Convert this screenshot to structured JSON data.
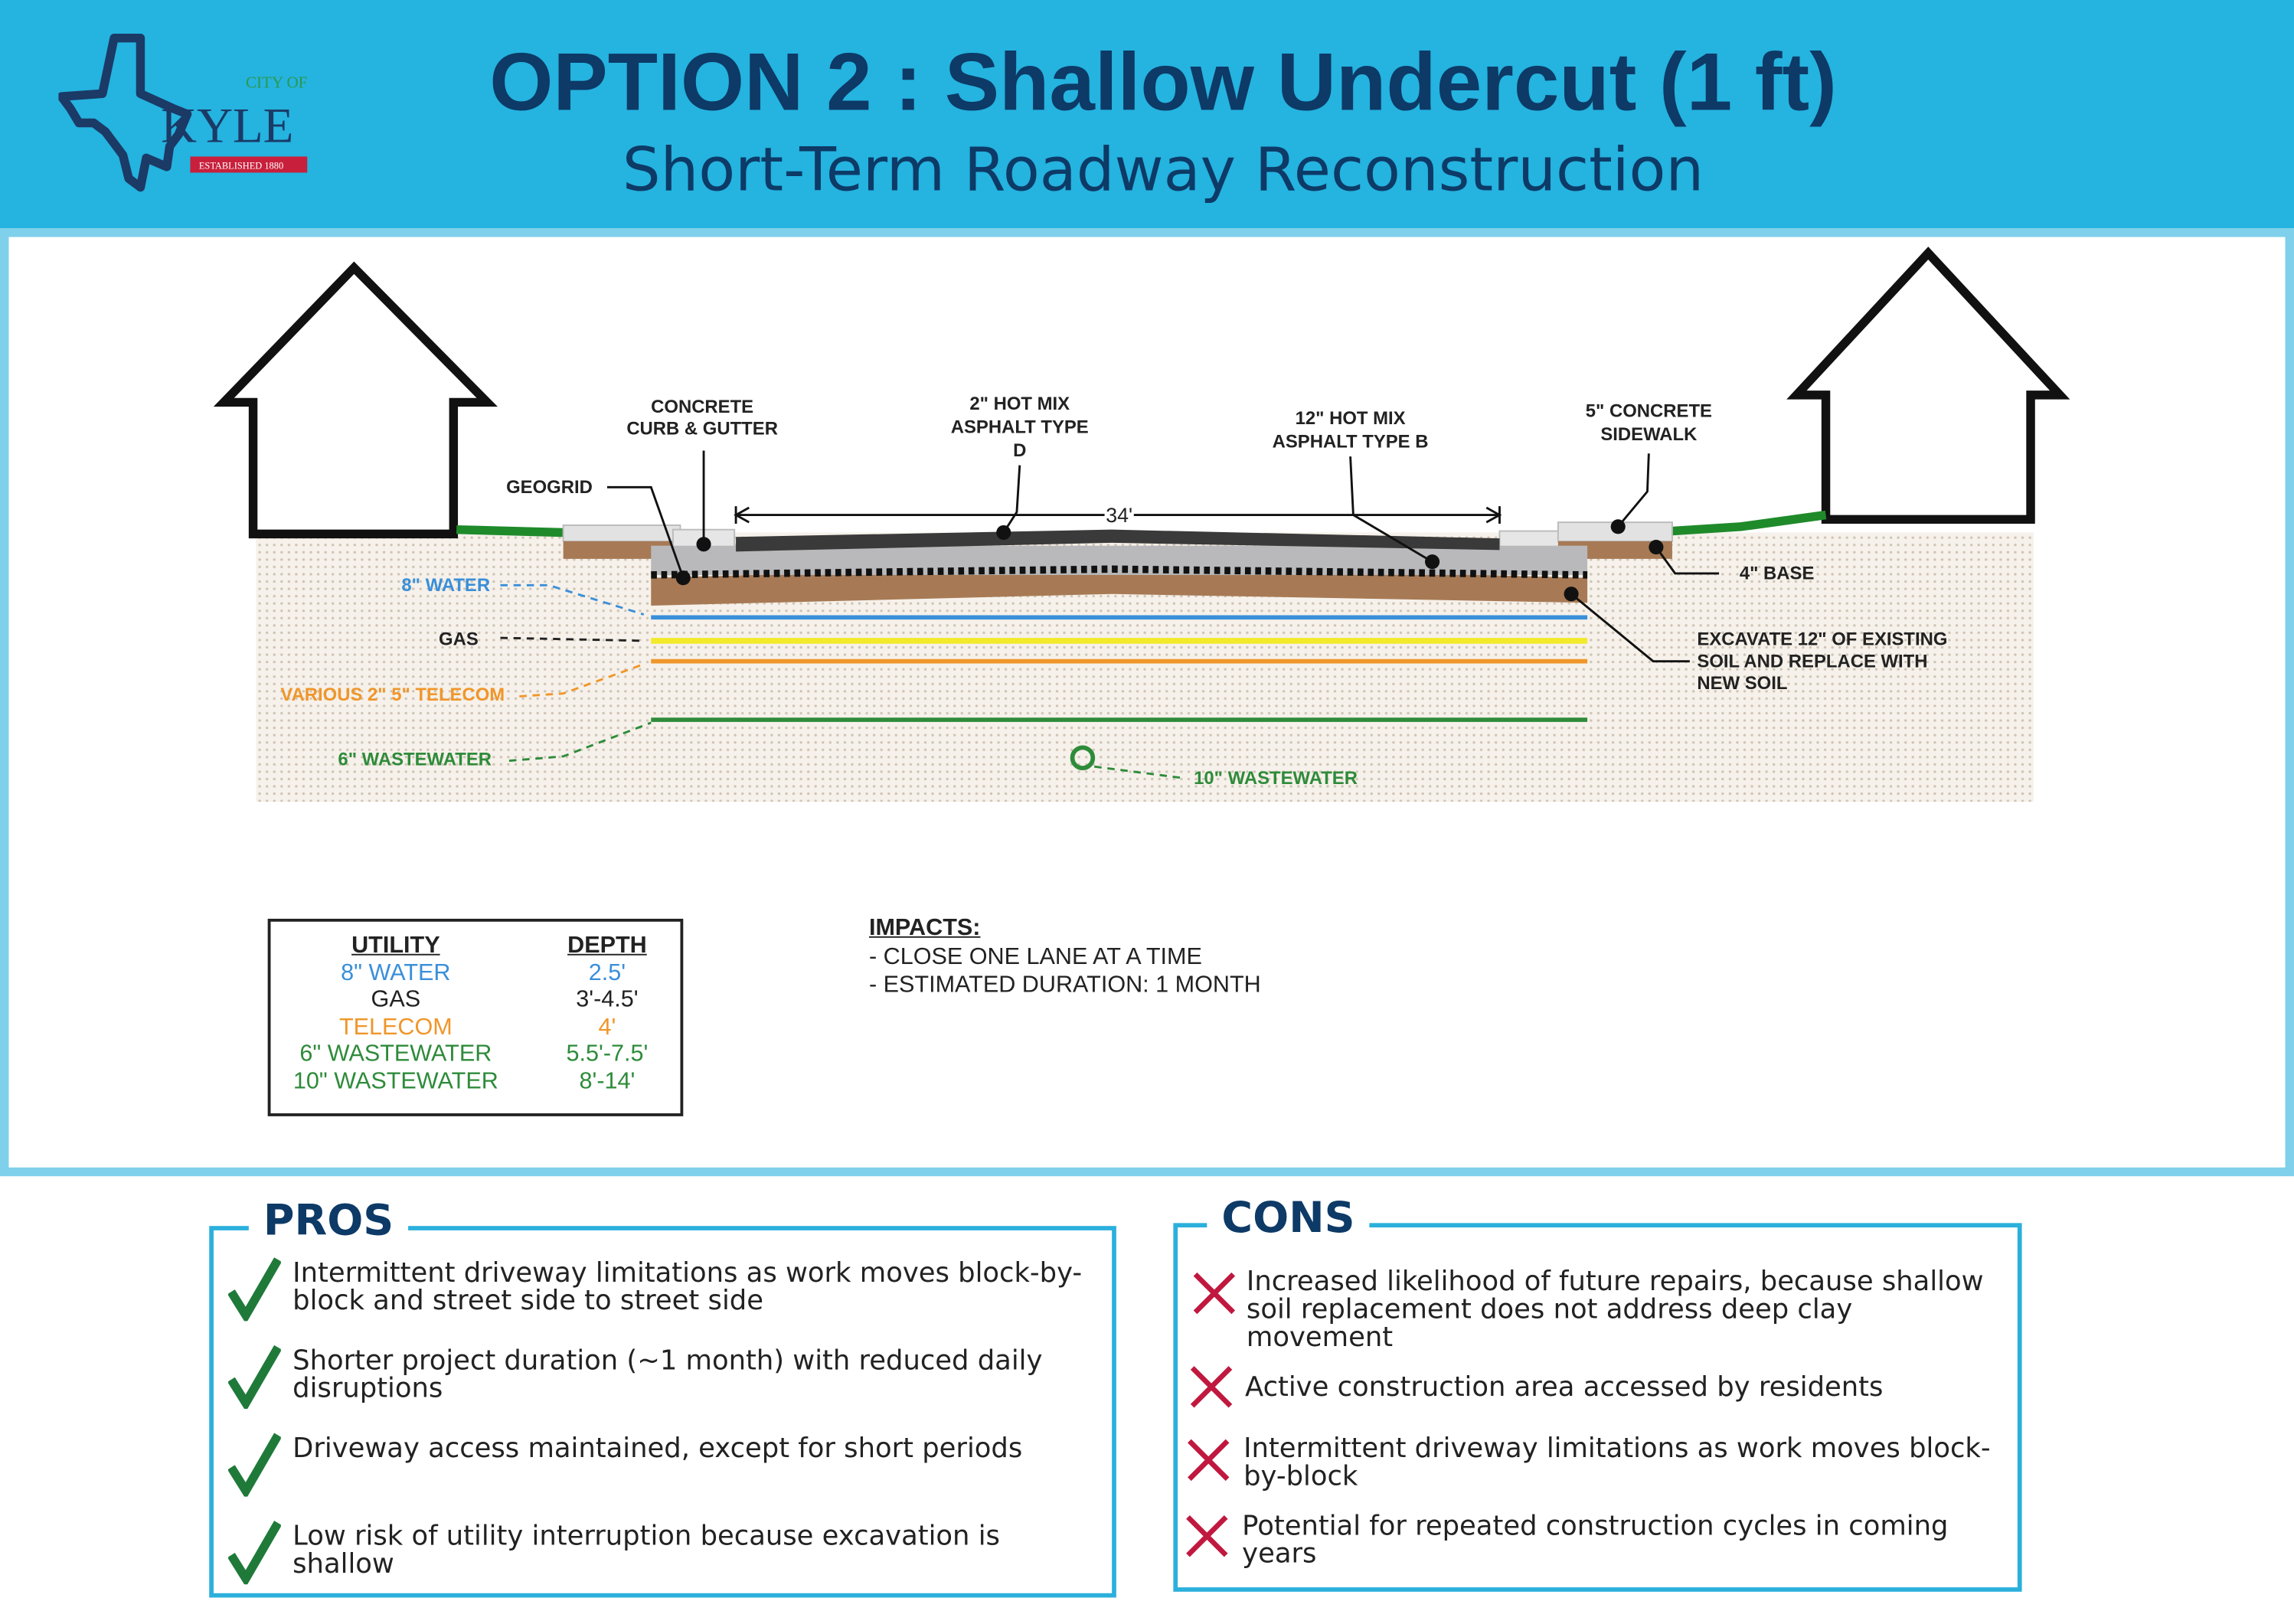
{
  "header": {
    "title": "OPTION 2 : Shallow Undercut (1 ft)",
    "subtitle": "Short-Term Roadway Reconstruction",
    "logo": {
      "line1": "CITY OF",
      "line2": "KYLE",
      "line3": "ESTABLISHED 1880"
    }
  },
  "diagram": {
    "labels": {
      "curb": [
        "CONCRETE",
        "CURB & GUTTER"
      ],
      "hotmix_d": [
        "2\" HOT MIX",
        "ASPHALT TYPE",
        "D"
      ],
      "hotmix_b": [
        "12\" HOT MIX",
        "ASPHALT TYPE B"
      ],
      "sidewalk": [
        "5\" CONCRETE",
        "SIDEWALK"
      ],
      "geogrid": "GEOGRID",
      "width": "34'",
      "base": "4\" BASE",
      "excavate": [
        "EXCAVATE 12\" OF EXISTING",
        "SOIL AND REPLACE WITH",
        "NEW SOIL"
      ],
      "water": "8\" WATER",
      "gas": "GAS",
      "telecom": "VARIOUS 2\" 5\" TELECOM",
      "ww6": "6\" WASTEWATER",
      "ww10": "10\" WASTEWATER"
    }
  },
  "utility_table": {
    "headers": [
      "UTILITY",
      "DEPTH"
    ],
    "rows": [
      {
        "utility": "8\" WATER",
        "depth": "2.5'",
        "color": "#3a8fd9"
      },
      {
        "utility": "GAS",
        "depth": "3'-4.5'",
        "color": "#222222"
      },
      {
        "utility": "TELECOM",
        "depth": "4'",
        "color": "#f0962a"
      },
      {
        "utility": "6\" WASTEWATER",
        "depth": "5.5'-7.5'",
        "color": "#2e8b3a"
      },
      {
        "utility": "10\" WASTEWATER",
        "depth": "8'-14'",
        "color": "#2e8b3a"
      }
    ]
  },
  "impacts": {
    "title": "IMPACTS:",
    "items": [
      "- CLOSE ONE LANE AT A TIME",
      "- ESTIMATED DURATION: 1 MONTH"
    ]
  },
  "pros": {
    "title": "PROS",
    "items": [
      "Intermittent driveway limitations as work moves block-by-block and street side to street side",
      "Shorter project duration (~1 month) with reduced daily disruptions",
      "Driveway access maintained, except for short periods",
      "Low risk of utility interruption because excavation is shallow"
    ]
  },
  "cons": {
    "title": "CONS",
    "items": [
      "Increased likelihood of future repairs, because shallow soil replacement does not address deep clay movement",
      "Active construction area accessed by residents",
      "Intermittent driveway limitations as work moves block-by-block",
      "Potential for repeated construction cycles in coming years"
    ]
  },
  "colors": {
    "header": "#25b3e0",
    "navy": "#0d3a66",
    "check": "#1f7a3a",
    "cross": "#c0183f"
  }
}
